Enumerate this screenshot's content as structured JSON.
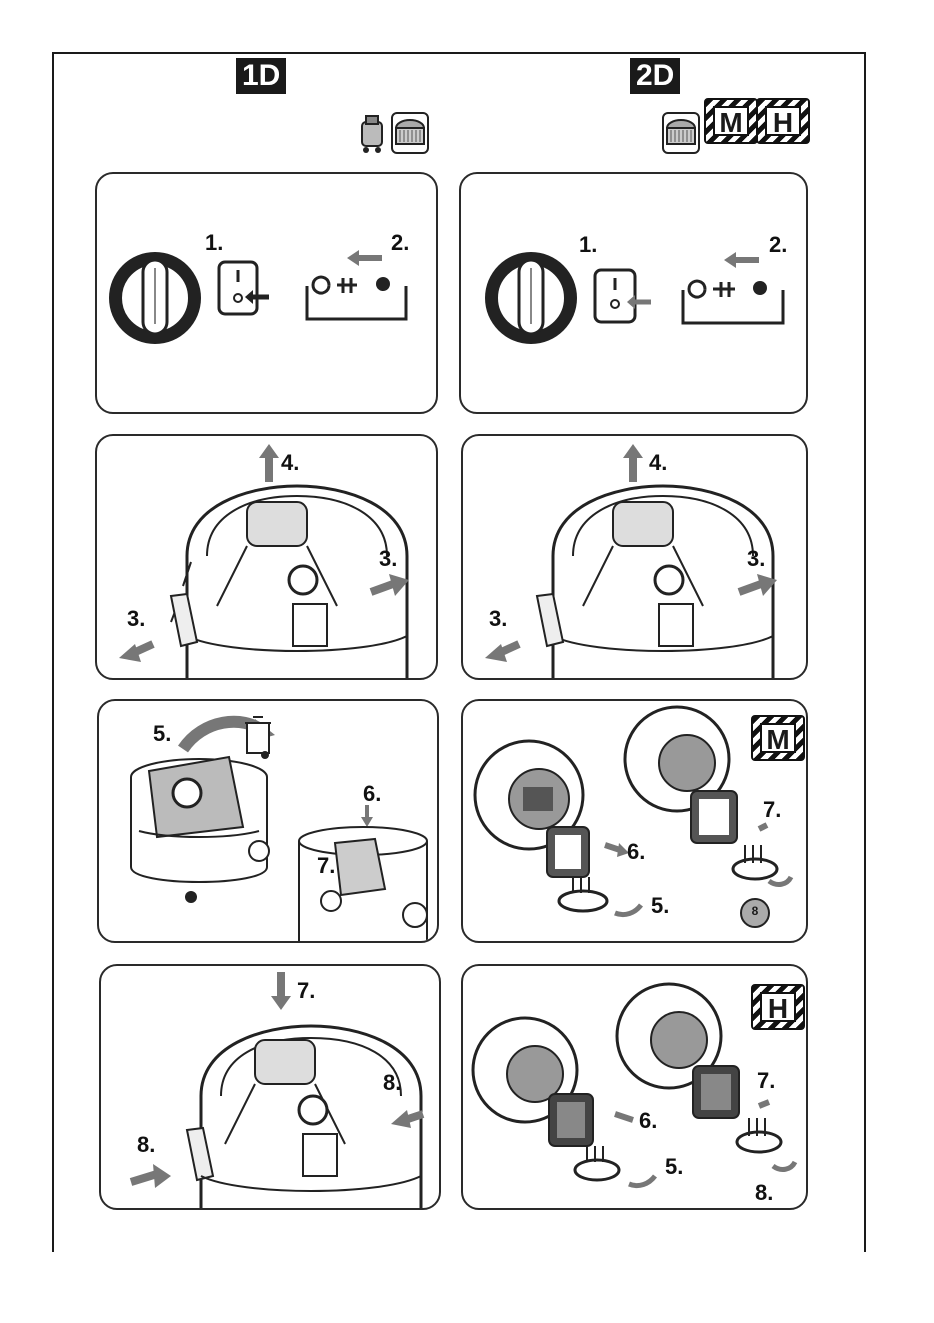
{
  "header": {
    "left_badge": "1D",
    "right_badge": "2D",
    "m_label": "M",
    "h_label": "H"
  },
  "panels": {
    "p1": {
      "s1": "1.",
      "s2": "2."
    },
    "p2": {
      "s1": "1.",
      "s2": "2."
    },
    "p3": {
      "s4": "4.",
      "s3a": "3.",
      "s3b": "3."
    },
    "p4": {
      "s4": "4.",
      "s3a": "3.",
      "s3b": "3."
    },
    "p5": {
      "s5": "5.",
      "s6": "6.",
      "s7": "7."
    },
    "p6": {
      "s7": "7.",
      "s6": "6.",
      "s5": "5.",
      "s8": "8"
    },
    "p7": {
      "s7": "7.",
      "s8a": "8.",
      "s8b": "8."
    },
    "p8": {
      "s7": "7.",
      "s6": "6.",
      "s5": "5.",
      "s8": "8."
    }
  },
  "colors": {
    "ink": "#1a1a1a",
    "arrow": "#6b6b6b",
    "light": "#c8c8c8"
  }
}
